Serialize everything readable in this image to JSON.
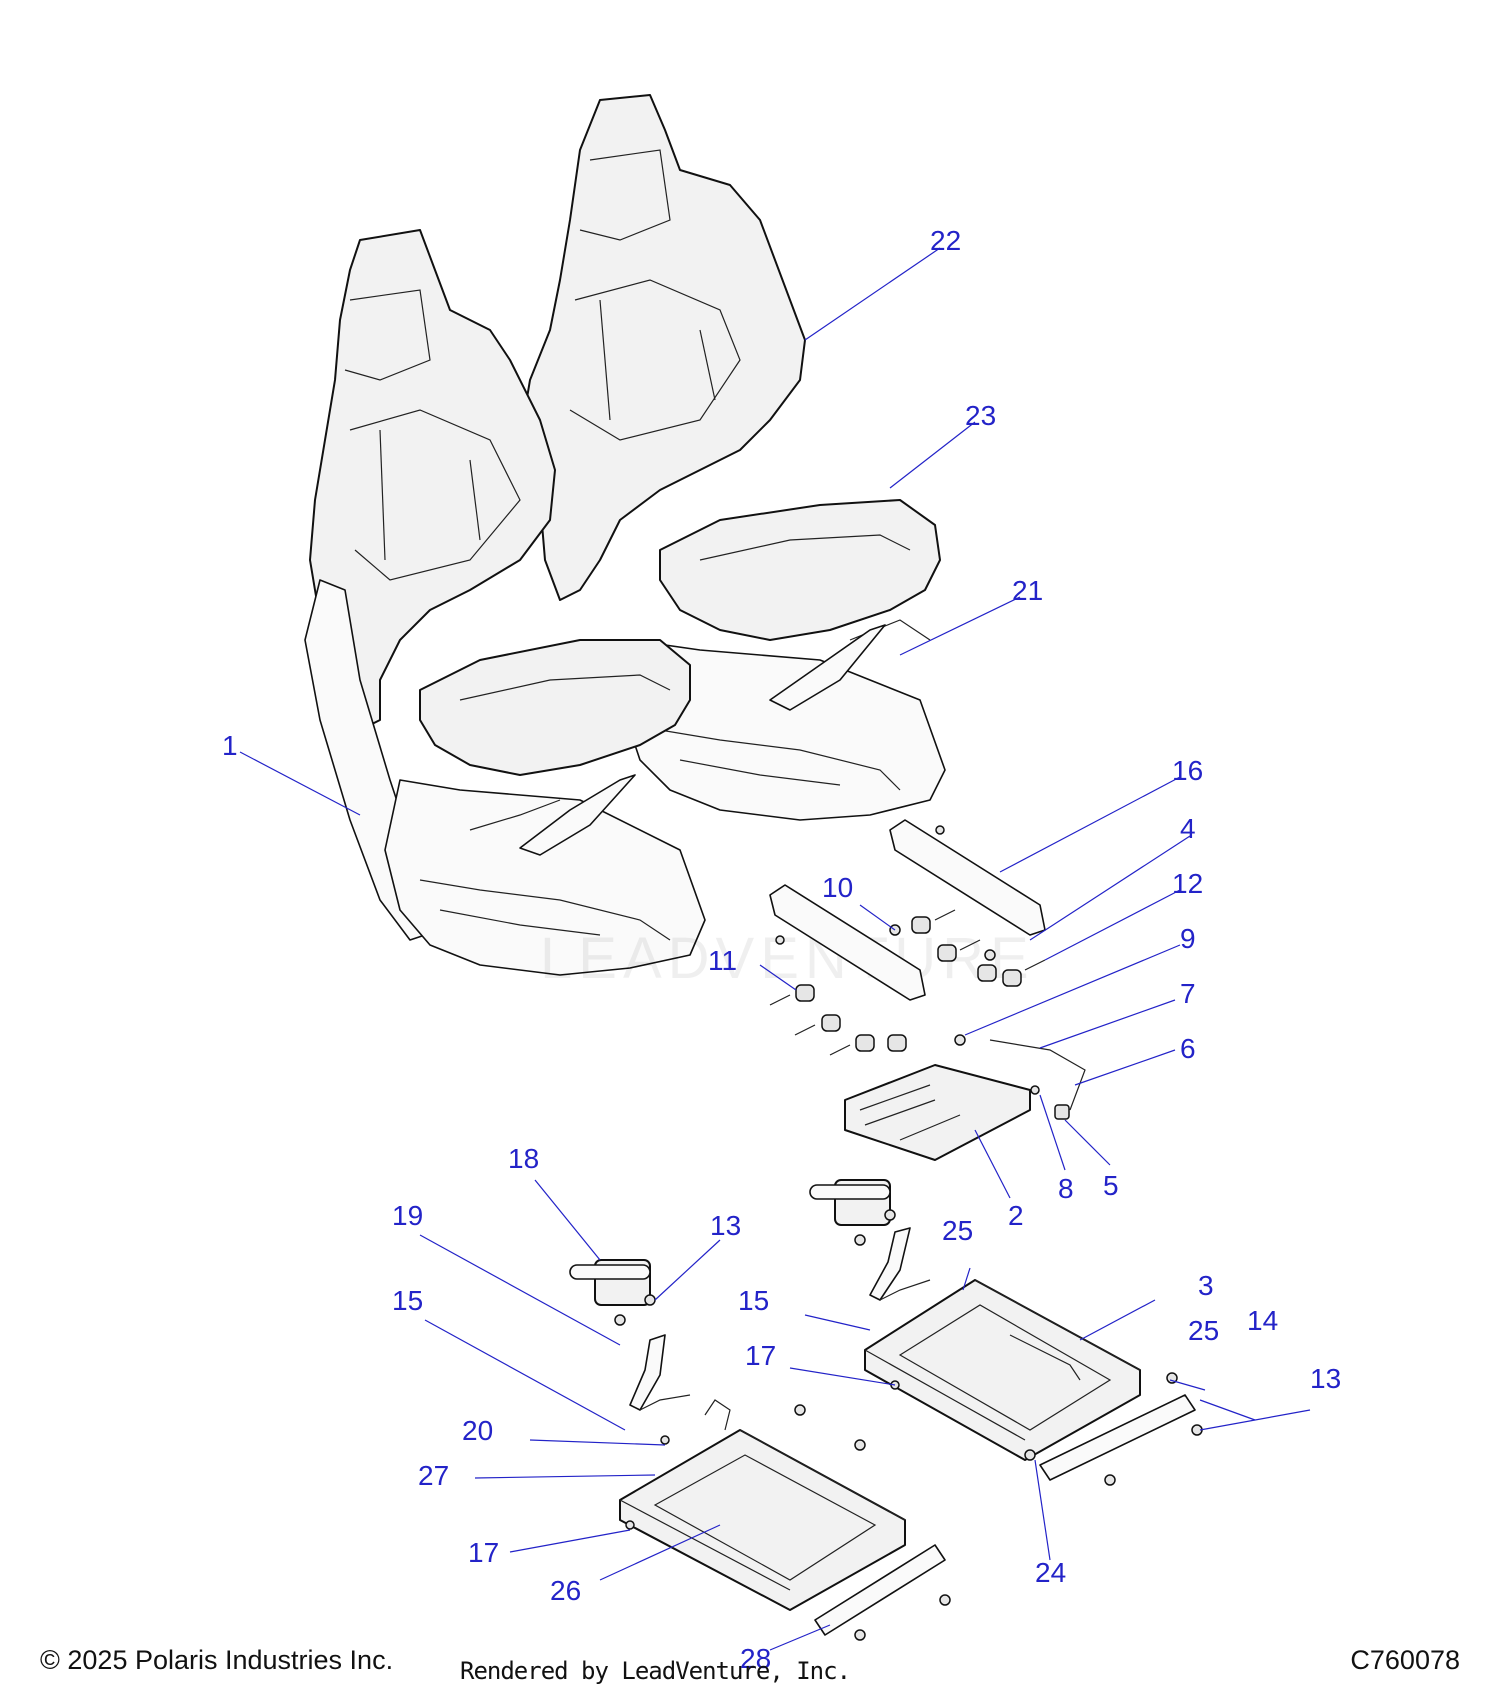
{
  "footer": {
    "copyright": "© 2025 Polaris Industries Inc.",
    "rendered_by": "Rendered by LeadVenture, Inc.",
    "diagram_code": "C760078"
  },
  "watermark": "LEADVENTURE",
  "callouts": [
    {
      "id": "c22a",
      "label": "22"
    },
    {
      "id": "c23",
      "label": "23"
    },
    {
      "id": "c21",
      "label": "21"
    },
    {
      "id": "c1",
      "label": "1"
    },
    {
      "id": "c16",
      "label": "16"
    },
    {
      "id": "c4",
      "label": "4"
    },
    {
      "id": "c10",
      "label": "10"
    },
    {
      "id": "c12",
      "label": "12"
    },
    {
      "id": "c9",
      "label": "9"
    },
    {
      "id": "c11",
      "label": "11"
    },
    {
      "id": "c7",
      "label": "7"
    },
    {
      "id": "c6",
      "label": "6"
    },
    {
      "id": "c5",
      "label": "5"
    },
    {
      "id": "c8",
      "label": "8"
    },
    {
      "id": "c2",
      "label": "2"
    },
    {
      "id": "c18",
      "label": "18"
    },
    {
      "id": "c13a",
      "label": "13"
    },
    {
      "id": "c19",
      "label": "19"
    },
    {
      "id": "c25a",
      "label": "25"
    },
    {
      "id": "c3",
      "label": "3"
    },
    {
      "id": "c15a",
      "label": "15"
    },
    {
      "id": "c15b",
      "label": "15"
    },
    {
      "id": "c17a",
      "label": "17"
    },
    {
      "id": "c25b",
      "label": "25"
    },
    {
      "id": "c14",
      "label": "14"
    },
    {
      "id": "c13b",
      "label": "13"
    },
    {
      "id": "c20",
      "label": "20"
    },
    {
      "id": "c27",
      "label": "27"
    },
    {
      "id": "c24",
      "label": "24"
    },
    {
      "id": "c17b",
      "label": "17"
    },
    {
      "id": "c26",
      "label": "26"
    },
    {
      "id": "c28",
      "label": "28"
    }
  ]
}
